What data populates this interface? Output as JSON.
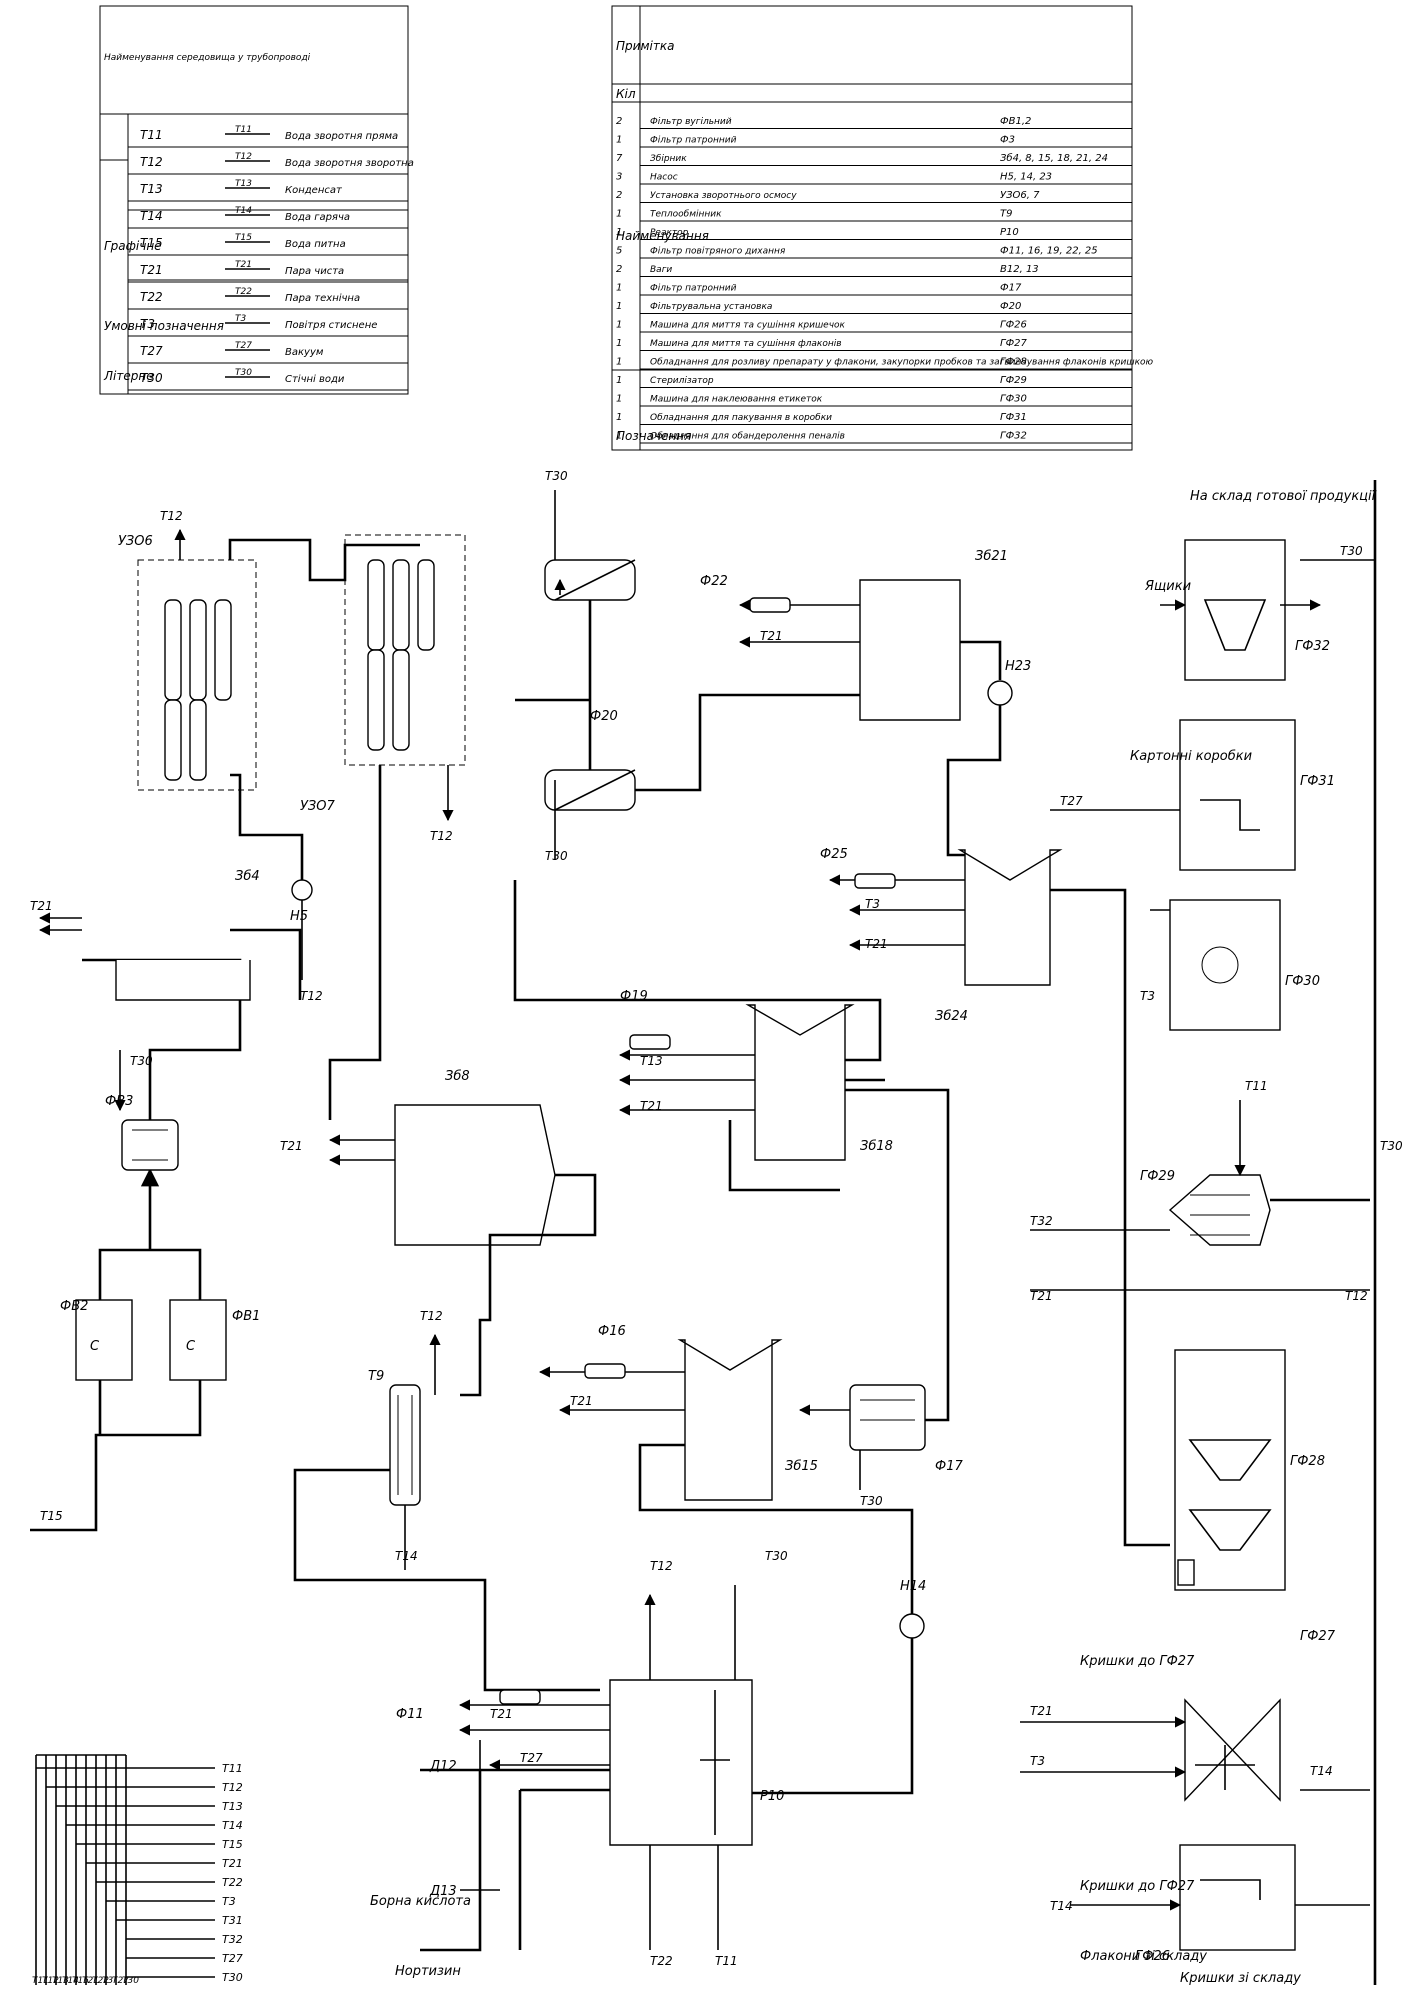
{
  "diagram": {
    "pipe_codes": [
      "T11",
      "T12",
      "T13",
      "T14",
      "T15",
      "T21",
      "T22",
      "T3",
      "T27",
      "T30",
      "T31",
      "T32"
    ],
    "feeds": {
      "nortsizin": "Нортизин",
      "boric_acid": "Борна кислота"
    },
    "directions": {
      "caps_to_gf27": "Кришки до ГФ27",
      "vials_from_store": "Флакони зі складу",
      "caps_from_store": "Кришки зі складу",
      "to_finished_store": "На склад готової продукції",
      "boxes": "Ящики",
      "cartons": "Картонні коробки"
    },
    "equipment": [
      {
        "id": "ФВ1",
        "label": "ФВ1"
      },
      {
        "id": "ФВ2",
        "label": "ФВ2"
      },
      {
        "id": "ФВ3",
        "label": "ФВ3"
      },
      {
        "id": "Зб4",
        "label": "Зб4"
      },
      {
        "id": "Н5",
        "label": "Н5"
      },
      {
        "id": "УЗО6",
        "label": "УЗО6"
      },
      {
        "id": "УЗО7",
        "label": "УЗО7"
      },
      {
        "id": "Зб8",
        "label": "Зб8"
      },
      {
        "id": "Т9",
        "label": "Т9"
      },
      {
        "id": "Р10",
        "label": "Р10"
      },
      {
        "id": "Ф11",
        "label": "Ф11"
      },
      {
        "id": "Д12",
        "label": "Д12"
      },
      {
        "id": "Д13",
        "label": "Д13"
      },
      {
        "id": "Н14",
        "label": "Н14"
      },
      {
        "id": "Зб15",
        "label": "Зб15"
      },
      {
        "id": "Ф16",
        "label": "Ф16"
      },
      {
        "id": "Ф17",
        "label": "Ф17"
      },
      {
        "id": "Зб18",
        "label": "Зб18"
      },
      {
        "id": "Ф19",
        "label": "Ф19"
      },
      {
        "id": "Ф20",
        "label": "Ф20"
      },
      {
        "id": "Зб21",
        "label": "Зб21"
      },
      {
        "id": "Ф22",
        "label": "Ф22"
      },
      {
        "id": "Н23",
        "label": "Н23"
      },
      {
        "id": "Зб24",
        "label": "Зб24"
      },
      {
        "id": "Ф25",
        "label": "Ф25"
      },
      {
        "id": "ГФ26",
        "label": "ГФ26"
      },
      {
        "id": "ГФ27",
        "label": "ГФ27"
      },
      {
        "id": "ГФ28",
        "label": "ГФ28"
      },
      {
        "id": "ГФ29",
        "label": "ГФ29"
      },
      {
        "id": "ГФ30",
        "label": "ГФ30"
      },
      {
        "id": "ГФ31",
        "label": "ГФ31"
      },
      {
        "id": "ГФ32",
        "label": "ГФ32"
      }
    ]
  },
  "legend_table": {
    "group_title": "Умовні позначення",
    "col_letter": "Літерне",
    "col_graphic": "Графічне",
    "col_name": "Найменування середовища у трубопроводі",
    "rows": [
      {
        "code": "Т11",
        "name": "Вода зворотня пряма"
      },
      {
        "code": "Т12",
        "name": "Вода зворотня зворотна"
      },
      {
        "code": "Т13",
        "name": "Конденсат"
      },
      {
        "code": "Т14",
        "name": "Вода гаряча"
      },
      {
        "code": "Т15",
        "name": "Вода питна"
      },
      {
        "code": "Т21",
        "name": "Пара чиста"
      },
      {
        "code": "Т22",
        "name": "Пара технічна"
      },
      {
        "code": "Т3",
        "name": "Повітря стиснене"
      },
      {
        "code": "Т27",
        "name": "Вакуум"
      },
      {
        "code": "Т30",
        "name": "Стічні води"
      }
    ]
  },
  "spec_table": {
    "headers": {
      "code": "Позначення",
      "name": "Найменування",
      "qty": "Кіл",
      "note": "Примітка"
    },
    "rows": [
      {
        "code": "ФВ1,2",
        "name": "Фільтр вугільний",
        "qty": "2"
      },
      {
        "code": "Ф3",
        "name": "Фільтр патронний",
        "qty": "1"
      },
      {
        "code": "Зб4, 8, 15, 18, 21, 24",
        "name": "Збірник",
        "qty": "7"
      },
      {
        "code": "Н5, 14, 23",
        "name": "Насос",
        "qty": "3"
      },
      {
        "code": "УЗО6, 7",
        "name": "Установка зворотнього осмосу",
        "qty": "2"
      },
      {
        "code": "Т9",
        "name": "Теплообмінник",
        "qty": "1"
      },
      {
        "code": "Р10",
        "name": "Реактор",
        "qty": "1"
      },
      {
        "code": "Ф11, 16, 19, 22, 25",
        "name": "Фільтр повітряного дихання",
        "qty": "5"
      },
      {
        "code": "В12, 13",
        "name": "Ваги",
        "qty": "2"
      },
      {
        "code": "Ф17",
        "name": "Фільтр патронний",
        "qty": "1"
      },
      {
        "code": "Ф20",
        "name": "Фільтрувальна установка",
        "qty": "1"
      },
      {
        "code": "ГФ26",
        "name": "Машина для миття та сушіння кришечок",
        "qty": "1"
      },
      {
        "code": "ГФ27",
        "name": "Машина для миття та сушіння флаконів",
        "qty": "1"
      },
      {
        "code": "ГФ28",
        "name": "Обладнання для розливу препарату у флакони, закупорки пробков та загвинчування флаконів кришкою",
        "qty": "1"
      },
      {
        "code": "ГФ29",
        "name": "Стерилізатор",
        "qty": "1"
      },
      {
        "code": "ГФ30",
        "name": "Машина для наклеювання етикеток",
        "qty": "1"
      },
      {
        "code": "ГФ31",
        "name": "Обладнання для пакування в коробки",
        "qty": "1"
      },
      {
        "code": "ГФ32",
        "name": "Обладнання для обандеролення пеналів",
        "qty": "1"
      }
    ]
  }
}
